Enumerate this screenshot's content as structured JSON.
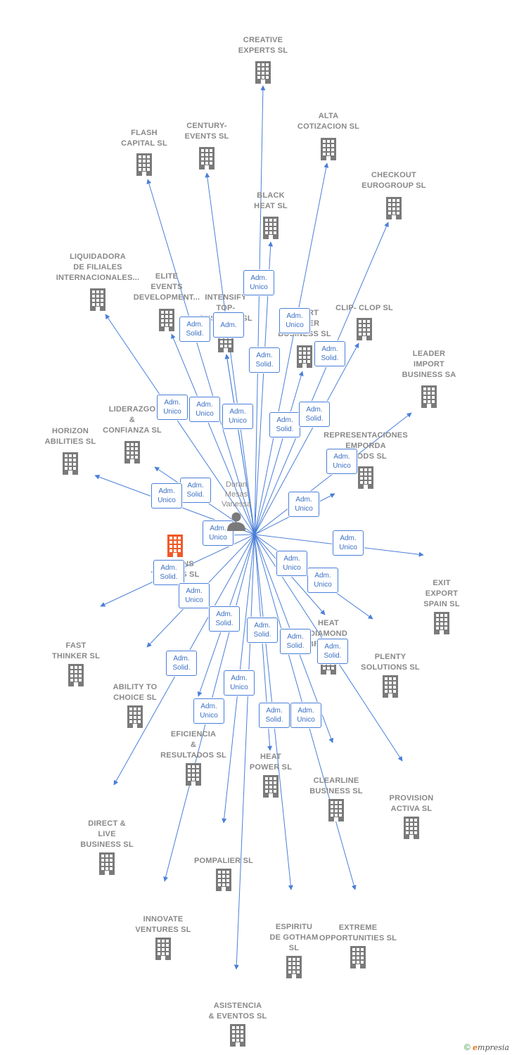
{
  "center": {
    "name": "Duran\nMesas\nVanessa"
  },
  "colors": {
    "edge": "#4a7fd8",
    "building": "#7a7a7a",
    "highlight": "#f05a28"
  },
  "companies": [
    {
      "id": "creative",
      "label": "CREATIVE\nEXPERTS  SL"
    },
    {
      "id": "flash",
      "label": "FLASH\nCAPITAL SL"
    },
    {
      "id": "century",
      "label": "CENTURY-\nEVENTS  SL"
    },
    {
      "id": "alta",
      "label": "ALTA\nCOTIZACION SL"
    },
    {
      "id": "checkout",
      "label": "CHECKOUT\nEUROGROUP SL"
    },
    {
      "id": "blackheat",
      "label": "BLACK\nHEAT SL"
    },
    {
      "id": "liquidadora",
      "label": "LIQUIDADORA\nDE FILIALES\nINTERNACIONALES..."
    },
    {
      "id": "elite",
      "label": "ELITE\nEVENTS\nDEVELOPMENT..."
    },
    {
      "id": "intensify",
      "label": "INTENSIFY\nTOP-\nBUSINESS SL"
    },
    {
      "id": "smartpower",
      "label": "SMART\nPOWER\nBUSINESS SL"
    },
    {
      "id": "clipclop",
      "label": "CLIP- CLOP SL"
    },
    {
      "id": "leader",
      "label": "LEADER\nIMPORT\nBUSINESS SA"
    },
    {
      "id": "liderazgo",
      "label": "LIDERAZGO\n&\nCONFIANZA SL"
    },
    {
      "id": "horizon",
      "label": "HORIZON\nABILITIES SL"
    },
    {
      "id": "representaciones",
      "label": "REPRESENTACIONES\nEMPORDA\nGOODS  SL"
    },
    {
      "id": "ilusions",
      "label": "ILUSIONS\nTALENTS  SL"
    },
    {
      "id": "exit",
      "label": "EXIT\nEXPORT\nSPAIN SL"
    },
    {
      "id": "heatdiamond",
      "label": "HEAT\nDIAMOND\nBRANDS..."
    },
    {
      "id": "fast",
      "label": "FAST\nTHINKER  SL"
    },
    {
      "id": "plenty",
      "label": "PLENTY\nSOLUTIONS SL"
    },
    {
      "id": "ability",
      "label": "ABILITY TO\nCHOICE SL"
    },
    {
      "id": "eficiencia",
      "label": "EFICIENCIA\n&\nRESULTADOS SL"
    },
    {
      "id": "heatpower",
      "label": "HEAT\nPOWER SL"
    },
    {
      "id": "clearline",
      "label": "CLEARLINE\nBUSINESS SL"
    },
    {
      "id": "provision",
      "label": "PROVISION\nACTIVA SL"
    },
    {
      "id": "direct",
      "label": "DIRECT &\nLIVE\nBUSINESS SL"
    },
    {
      "id": "pompalier",
      "label": "POMPALIER SL"
    },
    {
      "id": "innovate",
      "label": "INNOVATE\nVENTURES SL"
    },
    {
      "id": "espiritu",
      "label": "ESPIRITU\nDE GOTHAM\nSL"
    },
    {
      "id": "extreme",
      "label": "EXTREME\nOPPORTUNITIES SL"
    },
    {
      "id": "asistencia",
      "label": "ASISTENCIA\n& EVENTOS  SL"
    }
  ],
  "roles": [
    {
      "label": "Adm.\nUnico"
    },
    {
      "label": "Adm.\nSolid."
    },
    {
      "label": "Adm.\nUnico"
    },
    {
      "label": "Adm.\nSolid."
    },
    {
      "label": "Adm.\nSolid."
    },
    {
      "label": "Adm.\nSolid."
    },
    {
      "label": "Adm.\nUnico"
    },
    {
      "label": "Adm.\nUnico"
    },
    {
      "label": "Adm.\nUnico"
    },
    {
      "label": "Adm.\nSolid."
    },
    {
      "label": "Adm."
    },
    {
      "label": "Adm.\nUnico"
    },
    {
      "label": "Adm.\nUnico"
    },
    {
      "label": "Adm.\nSolid."
    },
    {
      "label": "Adm.\nUnico"
    },
    {
      "label": "Adm.\nUnico"
    },
    {
      "label": "Adm.\nUnico"
    },
    {
      "label": "Adm.\nUnico"
    },
    {
      "label": "Adm.\nSolid."
    },
    {
      "label": "Adm.\nUnico"
    },
    {
      "label": "Adm.\nUnico"
    },
    {
      "label": "Adm.\nUnico"
    },
    {
      "label": "Adm.\nSolid."
    },
    {
      "label": "Adm.\nSolid."
    },
    {
      "label": "Adm.\nSolid."
    },
    {
      "label": "Adm.\nSolid."
    },
    {
      "label": "Adm.\nSolid."
    },
    {
      "label": "Adm.\nUnico"
    },
    {
      "label": "Adm.\nUnico"
    },
    {
      "label": "Adm.\nSolid."
    },
    {
      "label": "Adm.\nUnico"
    }
  ],
  "footer": {
    "copyright": "©",
    "brand_initial": "e",
    "brand_rest": "mpresia"
  }
}
